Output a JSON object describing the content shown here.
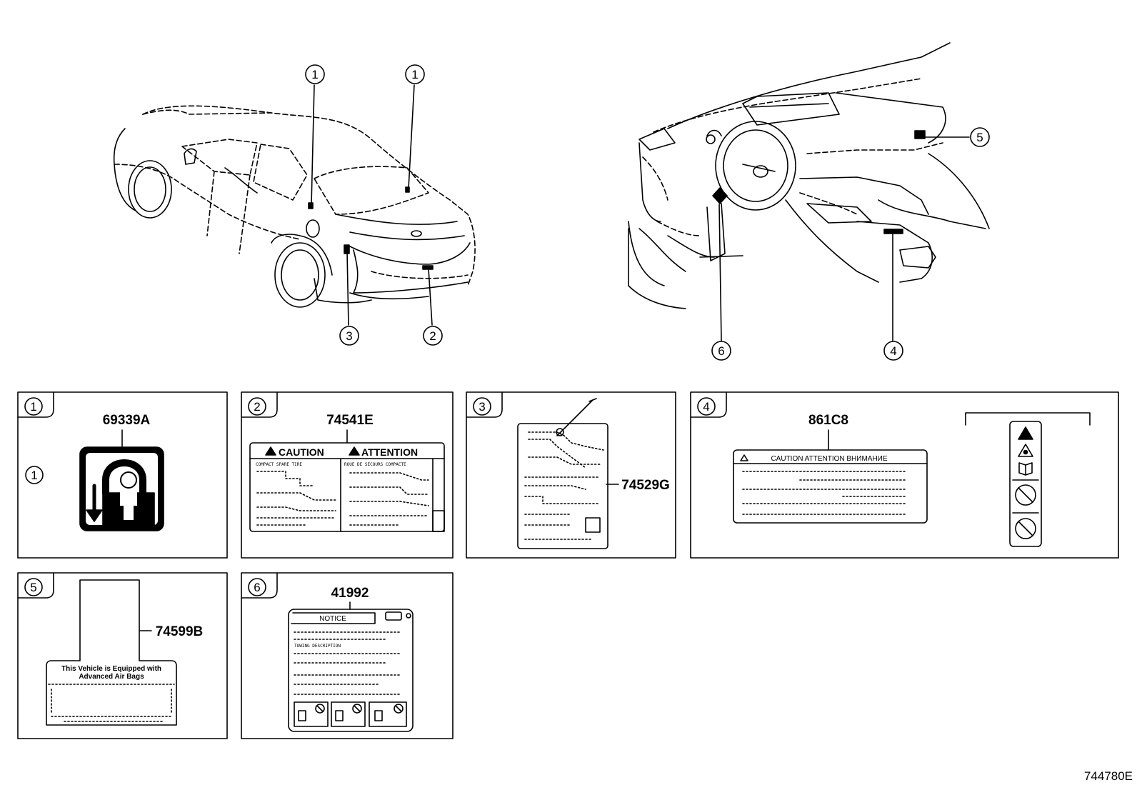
{
  "diagram_id": "744780E",
  "callouts": {
    "c1": "1",
    "c2": "2",
    "c3": "3",
    "c4": "4",
    "c5": "5",
    "c6": "6"
  },
  "panels": {
    "p1": {
      "number": "1",
      "part": "69339A",
      "side_callout": "1"
    },
    "p2": {
      "number": "2",
      "part": "74541E",
      "head_en": "CAUTION",
      "head_fr": "ATTENTION",
      "sub_en": "COMPACT SPARE TIRE",
      "sub_fr": "ROUE DE SECOURS COMPACTE"
    },
    "p3": {
      "number": "3",
      "part": "74529G"
    },
    "p4": {
      "number": "4",
      "part": "861C8",
      "header": "CAUTION  ATTENTION  ВНИМАНИЕ"
    },
    "p5": {
      "number": "5",
      "part": "74599B",
      "line1": "This Vehicle is Equipped with",
      "line2": "Advanced Air Bags"
    },
    "p6": {
      "number": "6",
      "part": "41992",
      "title": "NOTICE",
      "sub": "TOWING DESCRIPTION"
    }
  },
  "colors": {
    "line": "#000000",
    "background": "#ffffff"
  },
  "icons": [
    "child-lock-icon",
    "warning-triangle-icon",
    "manual-icon",
    "prohibited-icon",
    "hazard-icon"
  ]
}
